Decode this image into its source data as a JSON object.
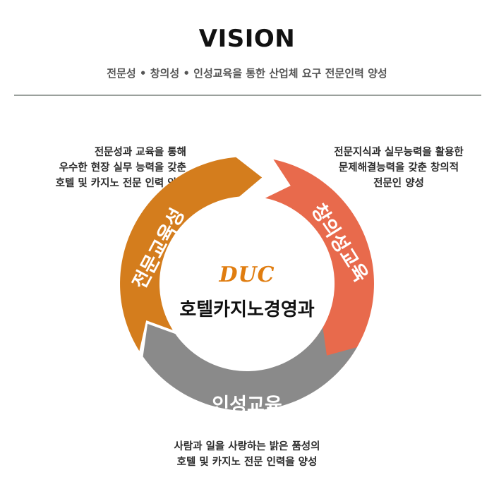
{
  "vision": {
    "title": "VISION",
    "statement": "전문성 • 창의성 • 인성교육을 통한 산업체 요구 전문인력 양성"
  },
  "center": {
    "logo": "DUC",
    "department": "호텔카지노경영과"
  },
  "segments": [
    {
      "label": "전문교육성",
      "color": "#d47d1d",
      "description": [
        "전문성과 교육을 통해",
        "우수한 현장 실무 능력을 갖춘",
        "호텔 및 카지노 전문 인력 양성"
      ]
    },
    {
      "label": "창의성교육",
      "color": "#e86a4c",
      "description": [
        "전문지식과 실무능력을 활용한",
        "문제해결능력을 갖춘 창의적",
        "전문인 양성"
      ]
    },
    {
      "label": "인성교육",
      "color": "#8a8a8a",
      "description": [
        "사람과 일을 사랑하는 밝은 품성의",
        "호텔 및 카지노 전문 인력을 양성"
      ]
    }
  ]
}
